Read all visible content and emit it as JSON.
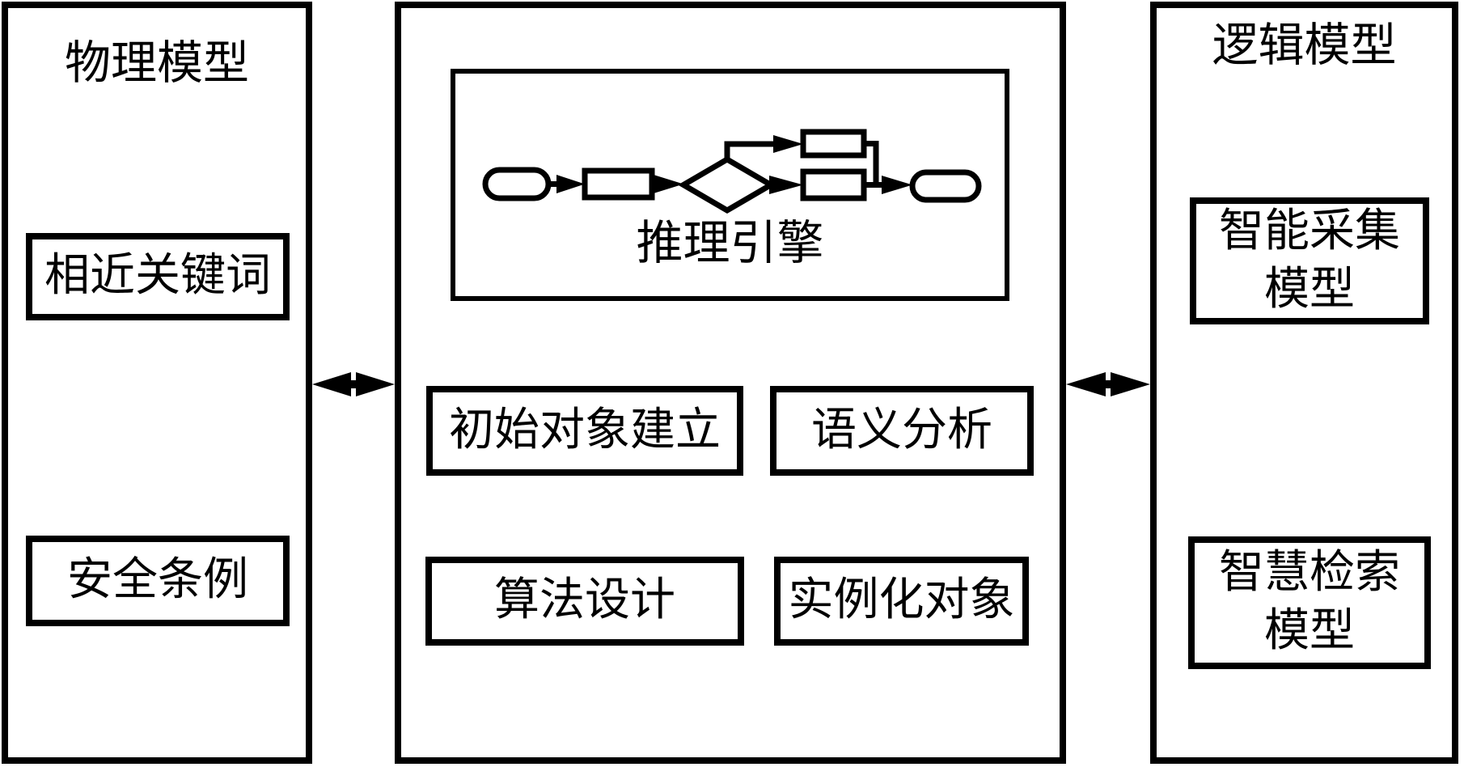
{
  "diagram": {
    "left_panel": {
      "title": "物理模型",
      "boxes": [
        {
          "label": "相近关键词"
        },
        {
          "label": "安全条例"
        }
      ]
    },
    "middle_panel": {
      "inference_engine_label": "推理引擎",
      "flowchart_nodes": [
        "start-terminator",
        "process",
        "decision",
        "branch-process-top",
        "branch-process-bottom",
        "end-terminator"
      ],
      "boxes": [
        {
          "label": "初始对象建立"
        },
        {
          "label": "语义分析"
        },
        {
          "label": "算法设计"
        },
        {
          "label": "实例化对象"
        }
      ]
    },
    "right_panel": {
      "title": "逻辑模型",
      "boxes": [
        {
          "lines": [
            "智能采集",
            "模型"
          ]
        },
        {
          "lines": [
            "智慧检索",
            "模型"
          ]
        }
      ]
    },
    "colors": {
      "ink": "#000000",
      "background": "#ffffff"
    }
  }
}
